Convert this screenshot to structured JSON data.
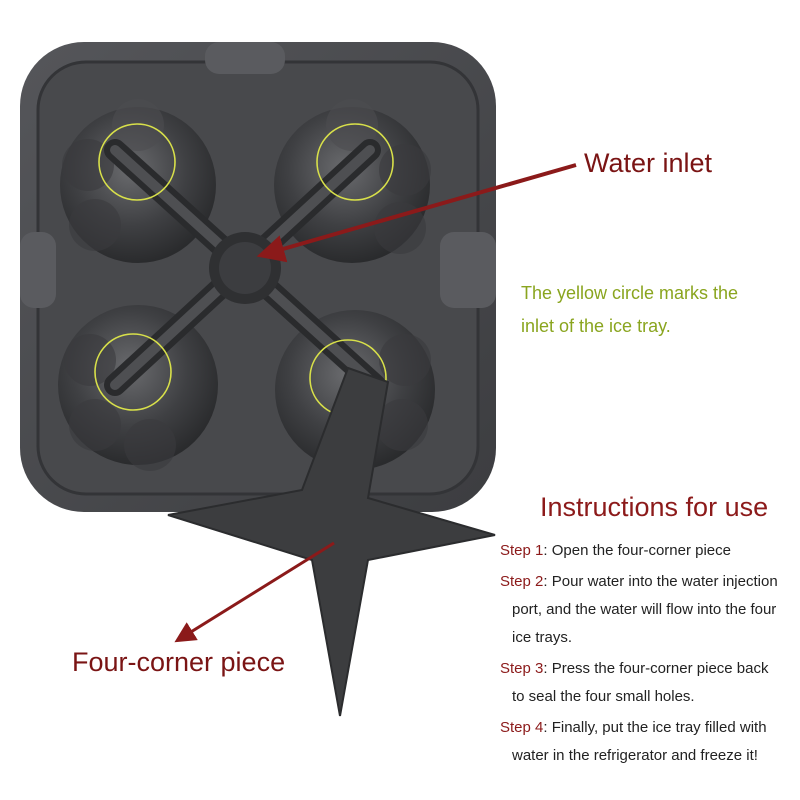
{
  "labels": {
    "water_inlet": "Water inlet",
    "four_corner_piece": "Four-corner piece",
    "note_line1": "The yellow circle marks the",
    "note_line2": "inlet of the ice tray."
  },
  "instructions": {
    "title": "Instructions for use",
    "steps": [
      {
        "tag": "Step 1",
        "lines": [
          "Open the four-corner piece"
        ]
      },
      {
        "tag": "Step 2",
        "lines": [
          "Pour water into the water injection",
          "port, and the water will flow into the four",
          "ice trays."
        ]
      },
      {
        "tag": "Step 3",
        "lines": [
          "Press the four-corner piece back",
          "to seal the four small holes."
        ]
      },
      {
        "tag": "Step 4",
        "lines": [
          "Finally, put the ice tray filled with",
          "water in the refrigerator and freeze it!"
        ]
      }
    ]
  },
  "colors": {
    "arrow": "#8b1a1a",
    "highlight_circle": "#d8e04a",
    "tray": "#4a4b4d",
    "tray_dark": "#2e2f31",
    "note_text": "#8aa51f",
    "title_text": "#8c1a1a"
  }
}
